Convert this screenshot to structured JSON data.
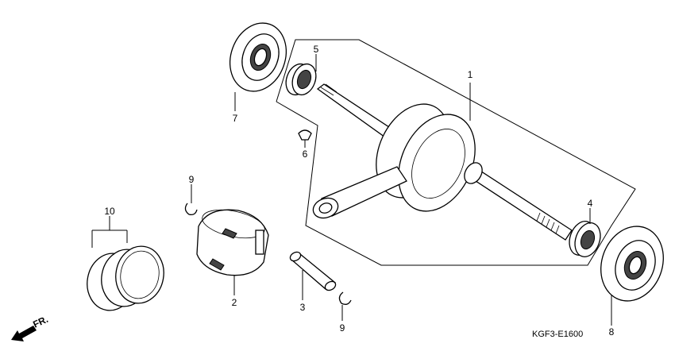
{
  "diagram": {
    "code": "KGF3-E1600",
    "direction_label": "FR.",
    "callouts": [
      "1",
      "2",
      "3",
      "4",
      "5",
      "6",
      "7",
      "8",
      "9",
      "9",
      "10"
    ]
  },
  "colors": {
    "line": "#000000",
    "background": "#ffffff",
    "shade": "#444444"
  }
}
